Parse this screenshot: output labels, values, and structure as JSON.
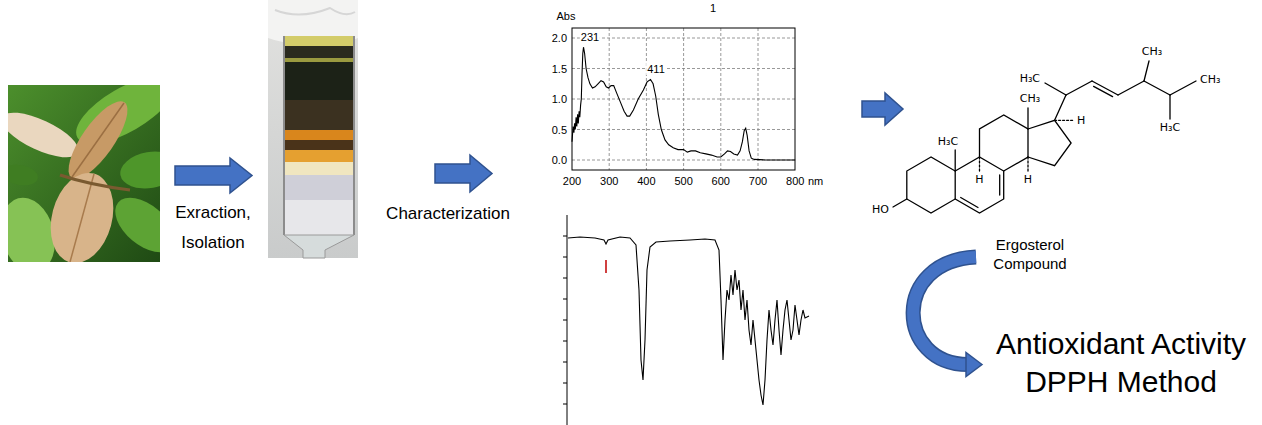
{
  "diagram": {
    "nodes": [
      {
        "text": [
          "Ergosterol Compound"
        ]
      },
      {
        "text": [
          "Antioxidant Activity DPPH Method"
        ]
      }
    ],
    "edges": [
      {
        "from": 0,
        "to": 1,
        "arrow": "to"
      }
    ],
    "labels": [
      "Exraction, Isolation",
      "Characterization",
      "Abs",
      "1",
      "2.0",
      "1.5",
      "1.0",
      "0.5",
      "0.0",
      "200",
      "300",
      "400",
      "500",
      "600",
      "700",
      "800",
      "nm",
      "231",
      "411",
      "H₃C",
      "CH₃",
      "CH₃",
      "H₃C",
      "CH₃",
      "H",
      "H₃C",
      "H",
      "H",
      "HO"
    ]
  }
}
